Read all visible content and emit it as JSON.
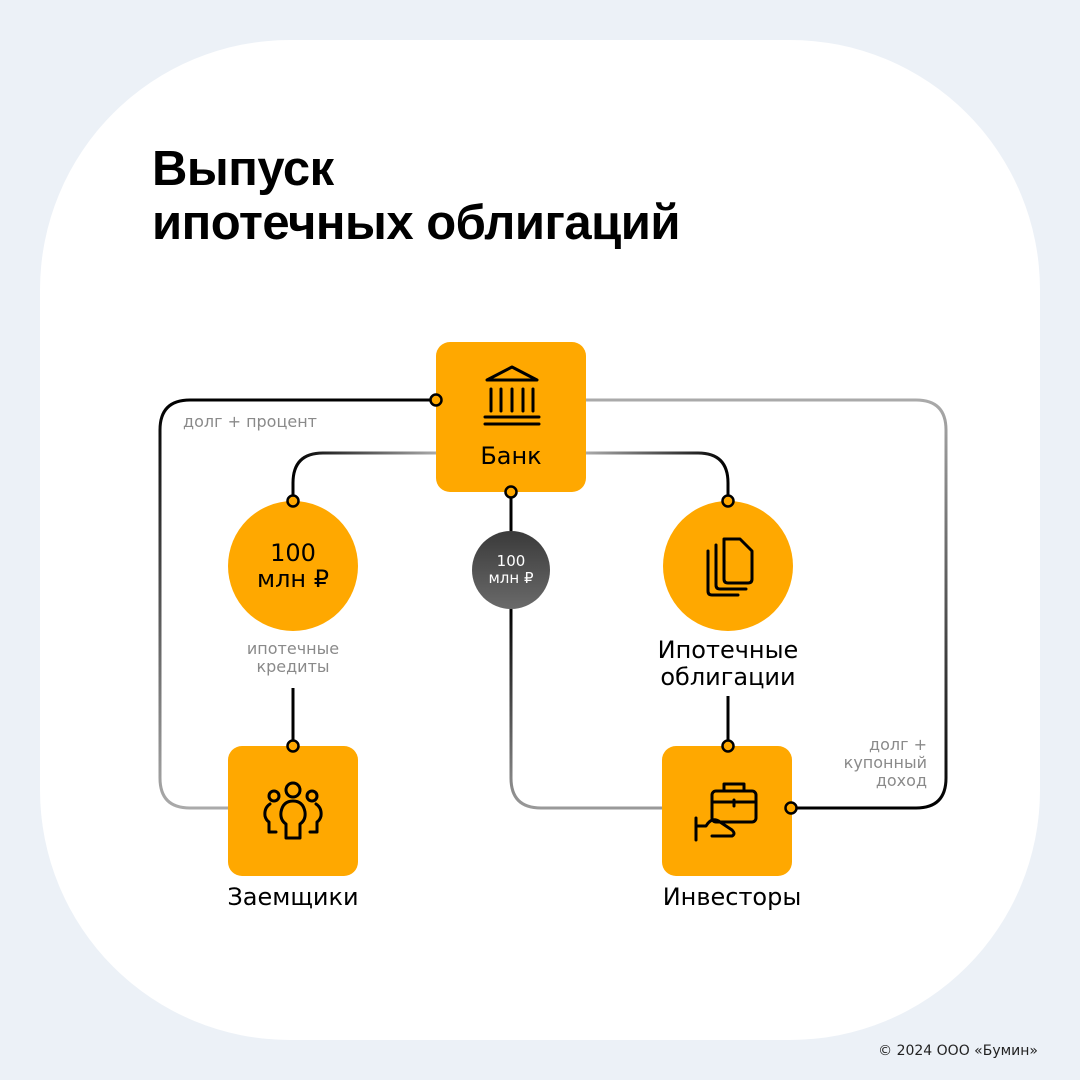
{
  "title": {
    "line1": "Выпуск",
    "line2": "ипотечных облигаций"
  },
  "colors": {
    "accent": "#FFA800",
    "background": "#ECF1F7",
    "dark_node": "#4a4a4a",
    "muted_text": "#8a8a8a"
  },
  "nodes": {
    "bank": {
      "label": "Банк",
      "icon": "bank-icon"
    },
    "loans": {
      "amount": "100",
      "unit": "млн ₽",
      "caption_line1": "ипотечные",
      "caption_line2": "кредиты"
    },
    "transfer": {
      "amount": "100",
      "unit": "млн ₽"
    },
    "bonds": {
      "label_line1": "Ипотечные",
      "label_line2": "облигации",
      "icon": "documents-icon"
    },
    "borrowers": {
      "label": "Заемщики",
      "icon": "people-icon"
    },
    "investors": {
      "label": "Инвесторы",
      "icon": "investor-briefcase-icon"
    }
  },
  "edges": {
    "debt_interest": "долг + процент",
    "debt_coupon_line1": "долг +",
    "debt_coupon_line2": "купонный",
    "debt_coupon_line3": "доход"
  },
  "footer": {
    "copyright": "© 2024 ООО «Бумин»"
  }
}
